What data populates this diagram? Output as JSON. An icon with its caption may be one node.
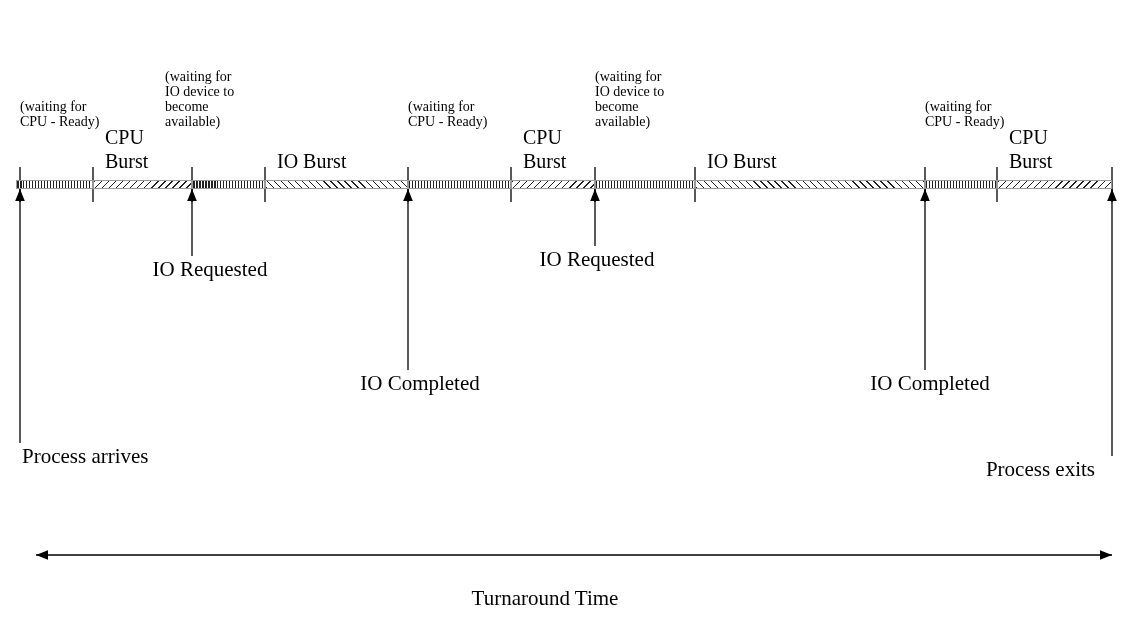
{
  "diagram": {
    "nodes": [
      {
        "text": [
          "(waiting for CPU - Ready)"
        ]
      },
      {
        "text": [
          "CPU Burst"
        ]
      },
      {
        "text": [
          "(waiting for IO device to become available)"
        ]
      },
      {
        "text": [
          "IO Burst"
        ]
      },
      {
        "text": [
          "(waiting for CPU - Ready)"
        ]
      },
      {
        "text": [
          "CPU Burst"
        ]
      },
      {
        "text": [
          "(waiting for IO device to become available)"
        ]
      },
      {
        "text": [
          "IO Burst"
        ]
      },
      {
        "text": [
          "(waiting for CPU - Ready)"
        ]
      },
      {
        "text": [
          "CPU Burst"
        ]
      },
      {
        "text": [
          "Process arrives"
        ]
      },
      {
        "text": [
          "IO Requested"
        ]
      },
      {
        "text": [
          "IO Completed"
        ]
      },
      {
        "text": [
          "IO Requested"
        ]
      },
      {
        "text": [
          "IO Completed"
        ]
      },
      {
        "text": [
          "Process exits"
        ]
      }
    ],
    "edges": [
      {
        "from": 10,
        "to": 0,
        "arrow": "to"
      },
      {
        "from": 11,
        "to": 2,
        "arrow": "to"
      },
      {
        "from": 12,
        "to": 4,
        "arrow": "to"
      },
      {
        "from": 13,
        "to": 6,
        "arrow": "to"
      },
      {
        "from": 14,
        "to": 8,
        "arrow": "to"
      },
      {
        "from": 15,
        "to": 9,
        "arrow": "to"
      }
    ],
    "labels": [
      "Turnaround Time"
    ]
  }
}
